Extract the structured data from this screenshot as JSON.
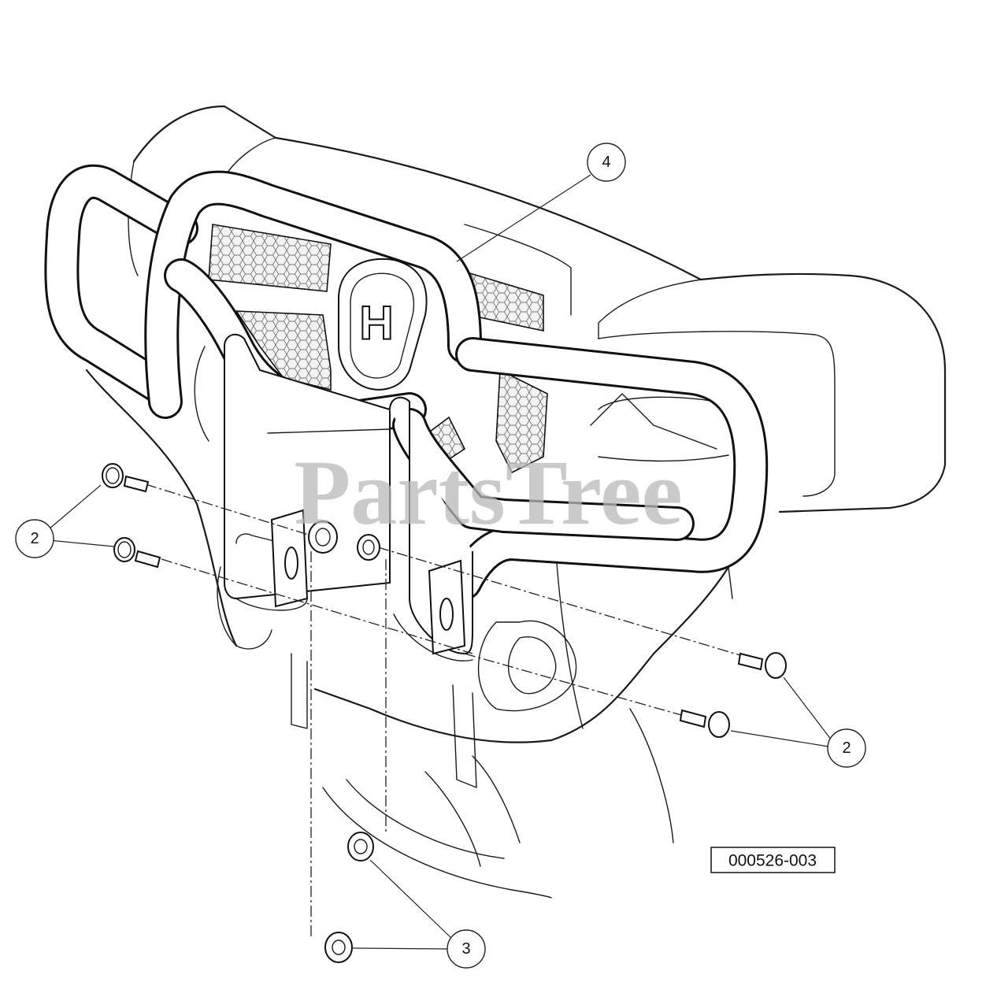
{
  "callouts": [
    {
      "id": "callout-4",
      "label": "4"
    },
    {
      "id": "callout-2-left-upper",
      "label": "2"
    },
    {
      "id": "callout-2-right",
      "label": "2"
    },
    {
      "id": "callout-3",
      "label": "3"
    }
  ],
  "reference_number": "000526-003",
  "watermark": "PartsTree",
  "logo_letter": "H"
}
